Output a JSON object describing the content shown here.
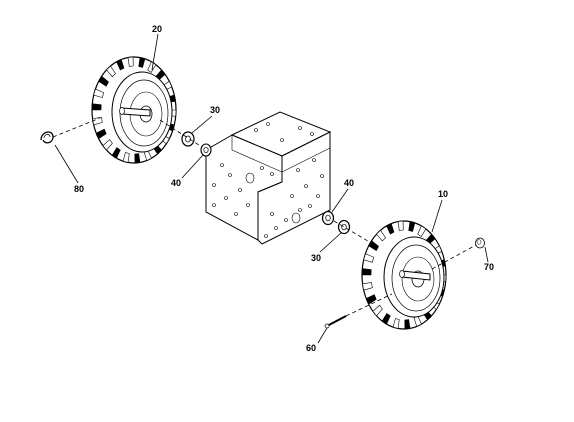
{
  "diagram": {
    "callouts": {
      "wheel_left": "20",
      "wheel_right": "10",
      "washer_left_outer": "30",
      "washer_left_inner": "40",
      "washer_right_inner": "40",
      "washer_right_outer": "30",
      "hairpin_clip": "80",
      "axle_cap": "70",
      "clevis_pin": "60"
    }
  }
}
